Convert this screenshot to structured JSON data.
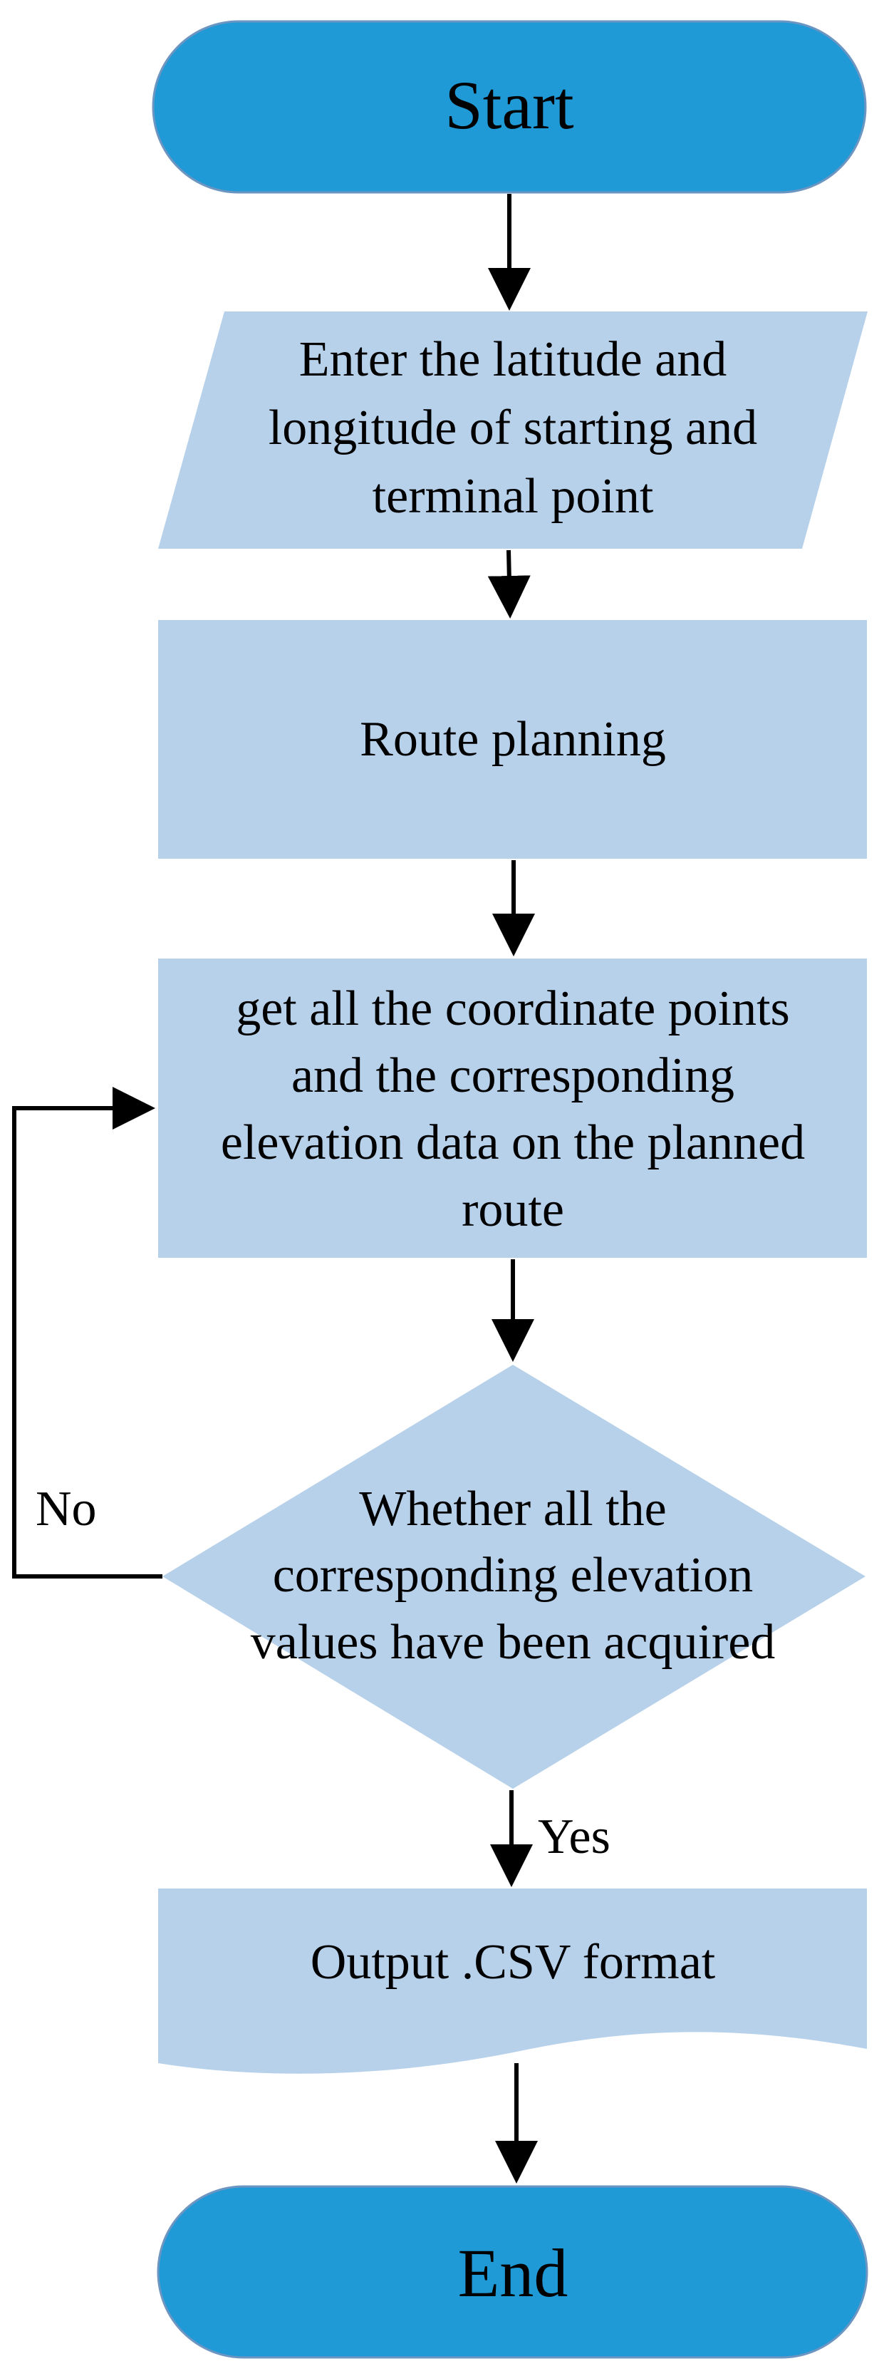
{
  "colors": {
    "terminal_fill": "#1f9ad6",
    "terminal_stroke": "#6d95c1",
    "process_fill": "#b8d1eb",
    "line": "#000000",
    "text": "#000000"
  },
  "nodes": {
    "start": {
      "shape": "terminal",
      "text": "Start"
    },
    "input": {
      "shape": "parallelogram",
      "lines": [
        "Enter the latitude and",
        "longitude of starting and",
        "terminal point"
      ]
    },
    "route": {
      "shape": "process",
      "text": "Route planning"
    },
    "get": {
      "shape": "process",
      "lines": [
        "get all the coordinate points",
        "and the corresponding",
        "elevation data on the planned",
        "route"
      ]
    },
    "decision": {
      "shape": "diamond",
      "lines": [
        "Whether all the",
        "corresponding elevation",
        "values have been acquired"
      ]
    },
    "output": {
      "shape": "document",
      "text": "Output .CSV format"
    },
    "end": {
      "shape": "terminal",
      "text": "End"
    }
  },
  "edge_labels": {
    "no": "No",
    "yes": "Yes"
  }
}
